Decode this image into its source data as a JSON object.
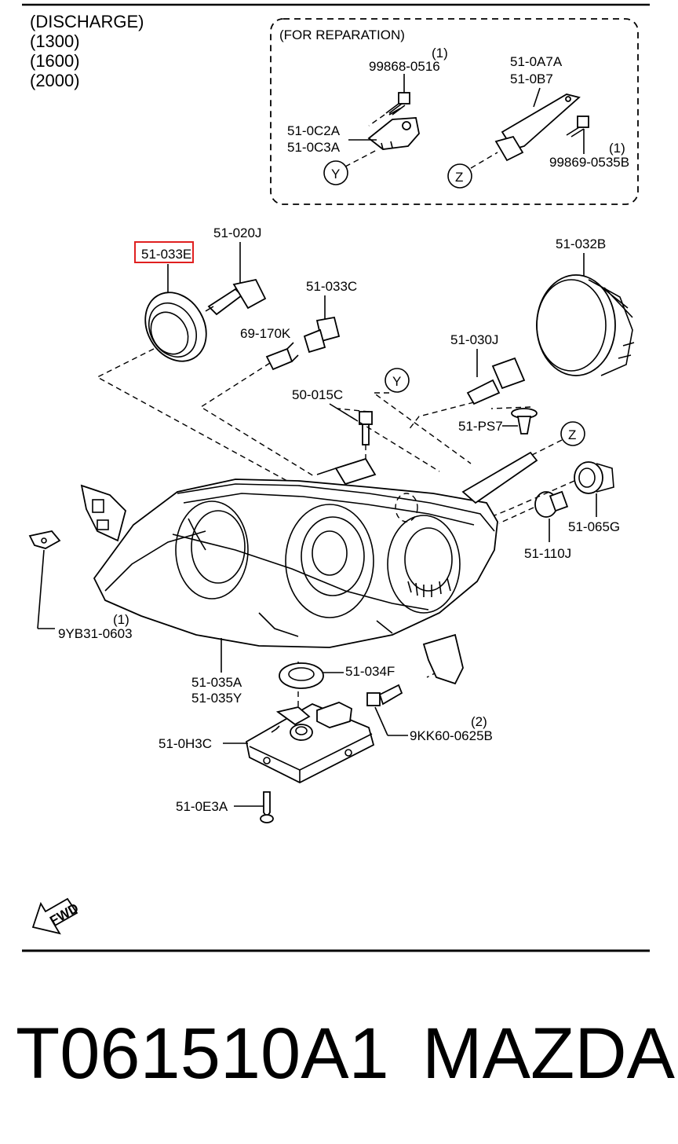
{
  "header": {
    "variants": [
      "(DISCHARGE)",
      "(1300)",
      "(1600)",
      "(2000)"
    ],
    "reparation_title": "(FOR REPARATION)"
  },
  "callouts": {
    "y": "Y",
    "z": "Z"
  },
  "parts": {
    "p_99868_0516": "99868-0516",
    "p_99868_0516_qty": "(1)",
    "p_51_0A7A": "51-0A7A",
    "p_51_0B7": "51-0B7",
    "p_51_0C2A": "51-0C2A",
    "p_51_0C3A": "51-0C3A",
    "p_99869_0535B": "99869-0535B",
    "p_99869_0535B_qty": "(1)",
    "p_51_033E": "51-033E",
    "p_51_020J": "51-020J",
    "p_51_032B": "51-032B",
    "p_51_033C": "51-033C",
    "p_69_170K": "69-170K",
    "p_51_030J": "51-030J",
    "p_50_015C": "50-015C",
    "p_51_PS7": "51-PS7",
    "p_51_065G": "51-065G",
    "p_51_110J": "51-110J",
    "p_9YB31_0603": "9YB31-0603",
    "p_9YB31_0603_qty": "(1)",
    "p_51_035A": "51-035A",
    "p_51_035Y": "51-035Y",
    "p_51_034F": "51-034F",
    "p_9KK60_0625B": "9KK60-0625B",
    "p_9KK60_0625B_qty": "(2)",
    "p_51_0H3C": "51-0H3C",
    "p_51_0E3A": "51-0E3A"
  },
  "highlight": {
    "part": "51-033E",
    "color": "#e02020"
  },
  "fwd_label": "FWD",
  "footer": {
    "part_number": "T061510A1",
    "brand": "MAZDA"
  }
}
